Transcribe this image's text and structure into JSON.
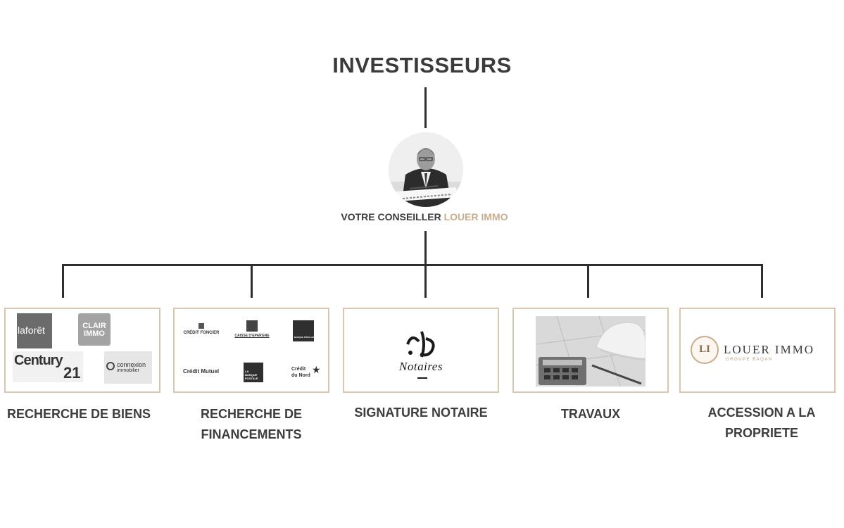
{
  "header": {
    "title": "INVESTISSEURS"
  },
  "advisor": {
    "prefix": "VOTRE CONSEILLER ",
    "brand": "LOUER IMMO"
  },
  "colors": {
    "accent": "#c9ac8c",
    "line": "#2e2e2e",
    "border": "#dbc7b0",
    "text": "#3d3d3d"
  },
  "steps": [
    {
      "label": "RECHERCHE DE BIENS",
      "logos": {
        "laforet": "laforêt",
        "clair": "CLAIR IMMO",
        "century": "Century",
        "century_num": "21",
        "connexion": "connexion",
        "connexion_sub": "immobilier"
      }
    },
    {
      "label_line1": "RECHERCHE DE",
      "label_line2": "FINANCEMENTS",
      "logos": {
        "credit_foncier": "CRÉDIT FONCIER",
        "caisse_epargne": "CAISSE D'EPARGNE",
        "banque_populaire": "BANQUE POPULAIRE",
        "credit_mutuel": "Crédit Mutuel",
        "banque_postale": "LA BANQUE POSTALE",
        "credit_nord_1": "Crédit",
        "credit_nord_2": "du Nord"
      }
    },
    {
      "label": "SIGNATURE NOTAIRE",
      "logos": {
        "notaires": "Notaires"
      }
    },
    {
      "label": "TRAVAUX"
    },
    {
      "label_line1": "ACCESSION A LA",
      "label_line2": "PROPRIETE",
      "logos": {
        "monogram": "LI",
        "brand": "LOUER IMMO",
        "sub": "GROUPE BAQAN"
      }
    }
  ]
}
